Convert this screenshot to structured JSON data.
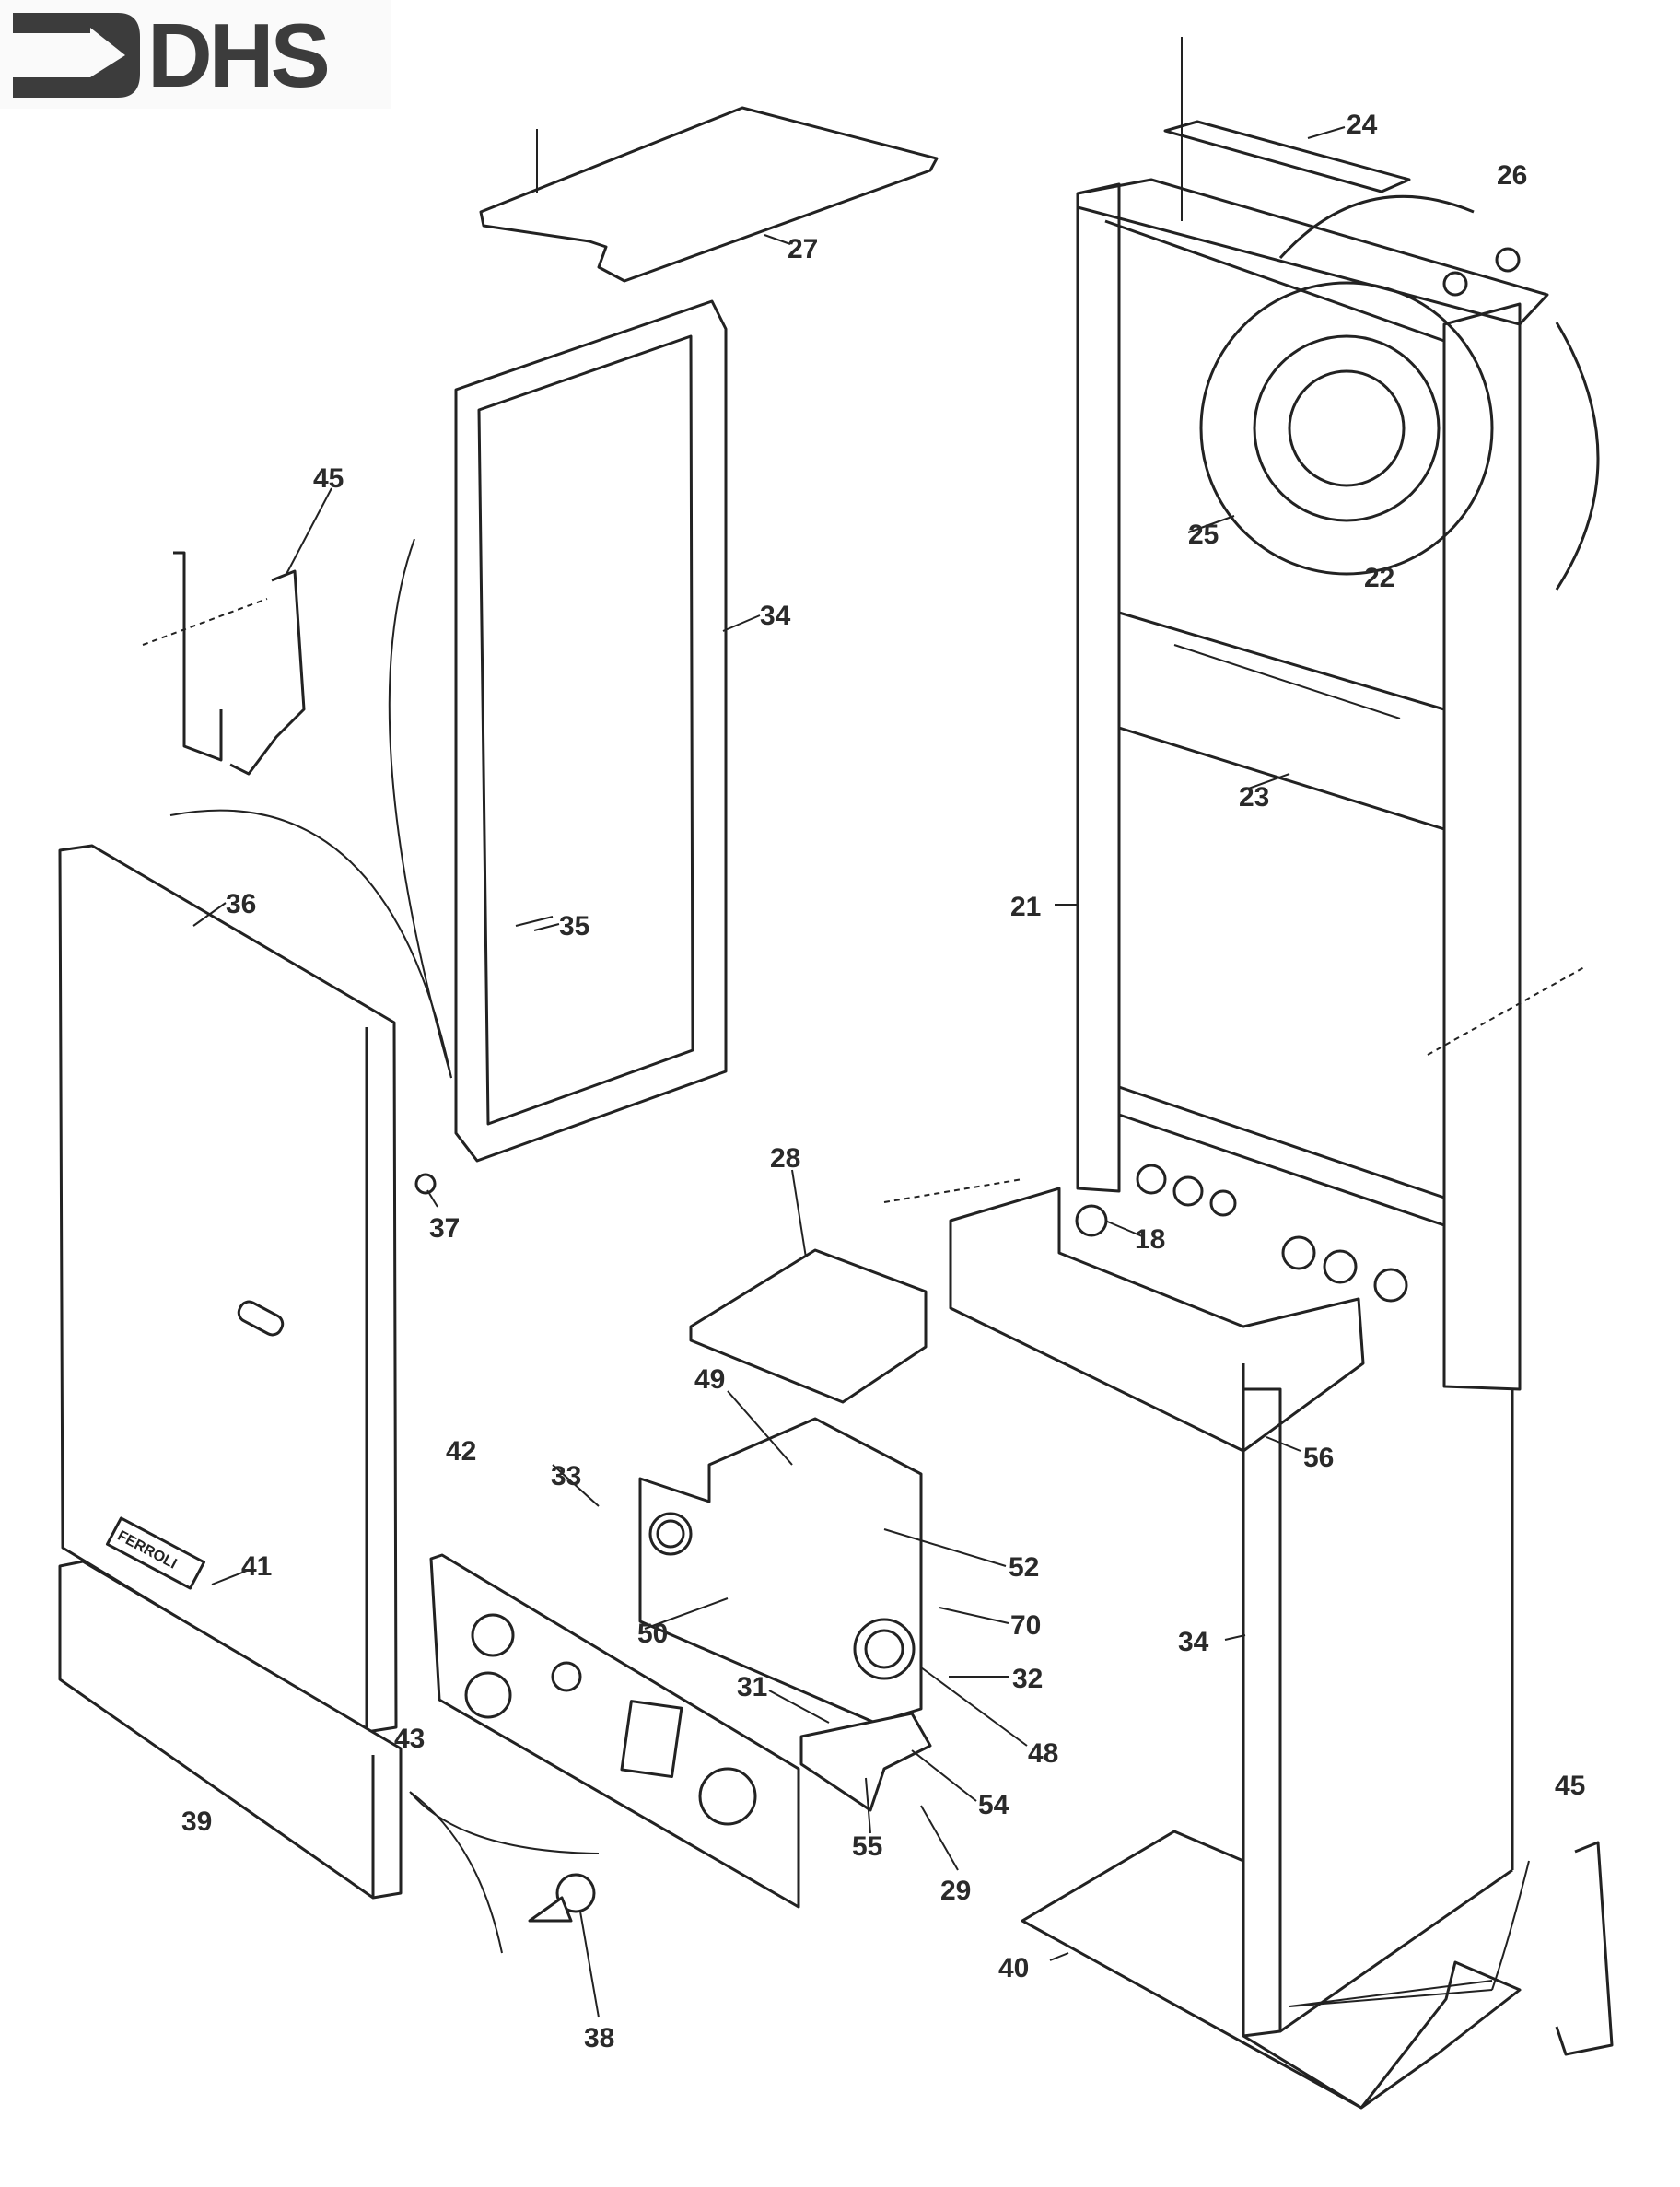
{
  "logo": {
    "text": "DHS",
    "icon": "arrow-into-bracket-icon",
    "color": "#3c3c3c"
  },
  "badge": {
    "text": "FERROLI"
  },
  "callouts": [
    "24",
    "26",
    "27",
    "45",
    "34",
    "25",
    "22",
    "23",
    "21",
    "36",
    "35",
    "37",
    "28",
    "18",
    "49",
    "56",
    "42",
    "33",
    "52",
    "41",
    "70",
    "50",
    "34",
    "32",
    "31",
    "48",
    "43",
    "54",
    "45",
    "39",
    "55",
    "29",
    "40",
    "38"
  ]
}
